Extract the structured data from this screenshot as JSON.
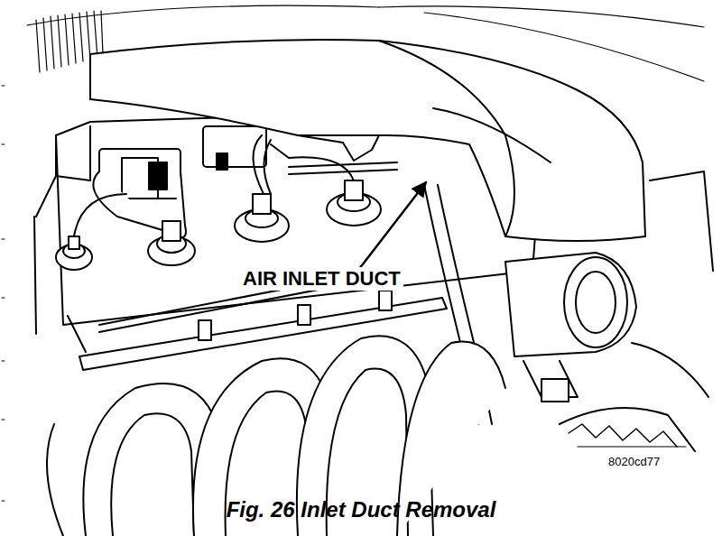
{
  "diagram": {
    "caption": "Fig. 26 Inlet Duct Removal",
    "labels": [
      "AIR INLET DUCT",
      "8020cd77"
    ]
  }
}
